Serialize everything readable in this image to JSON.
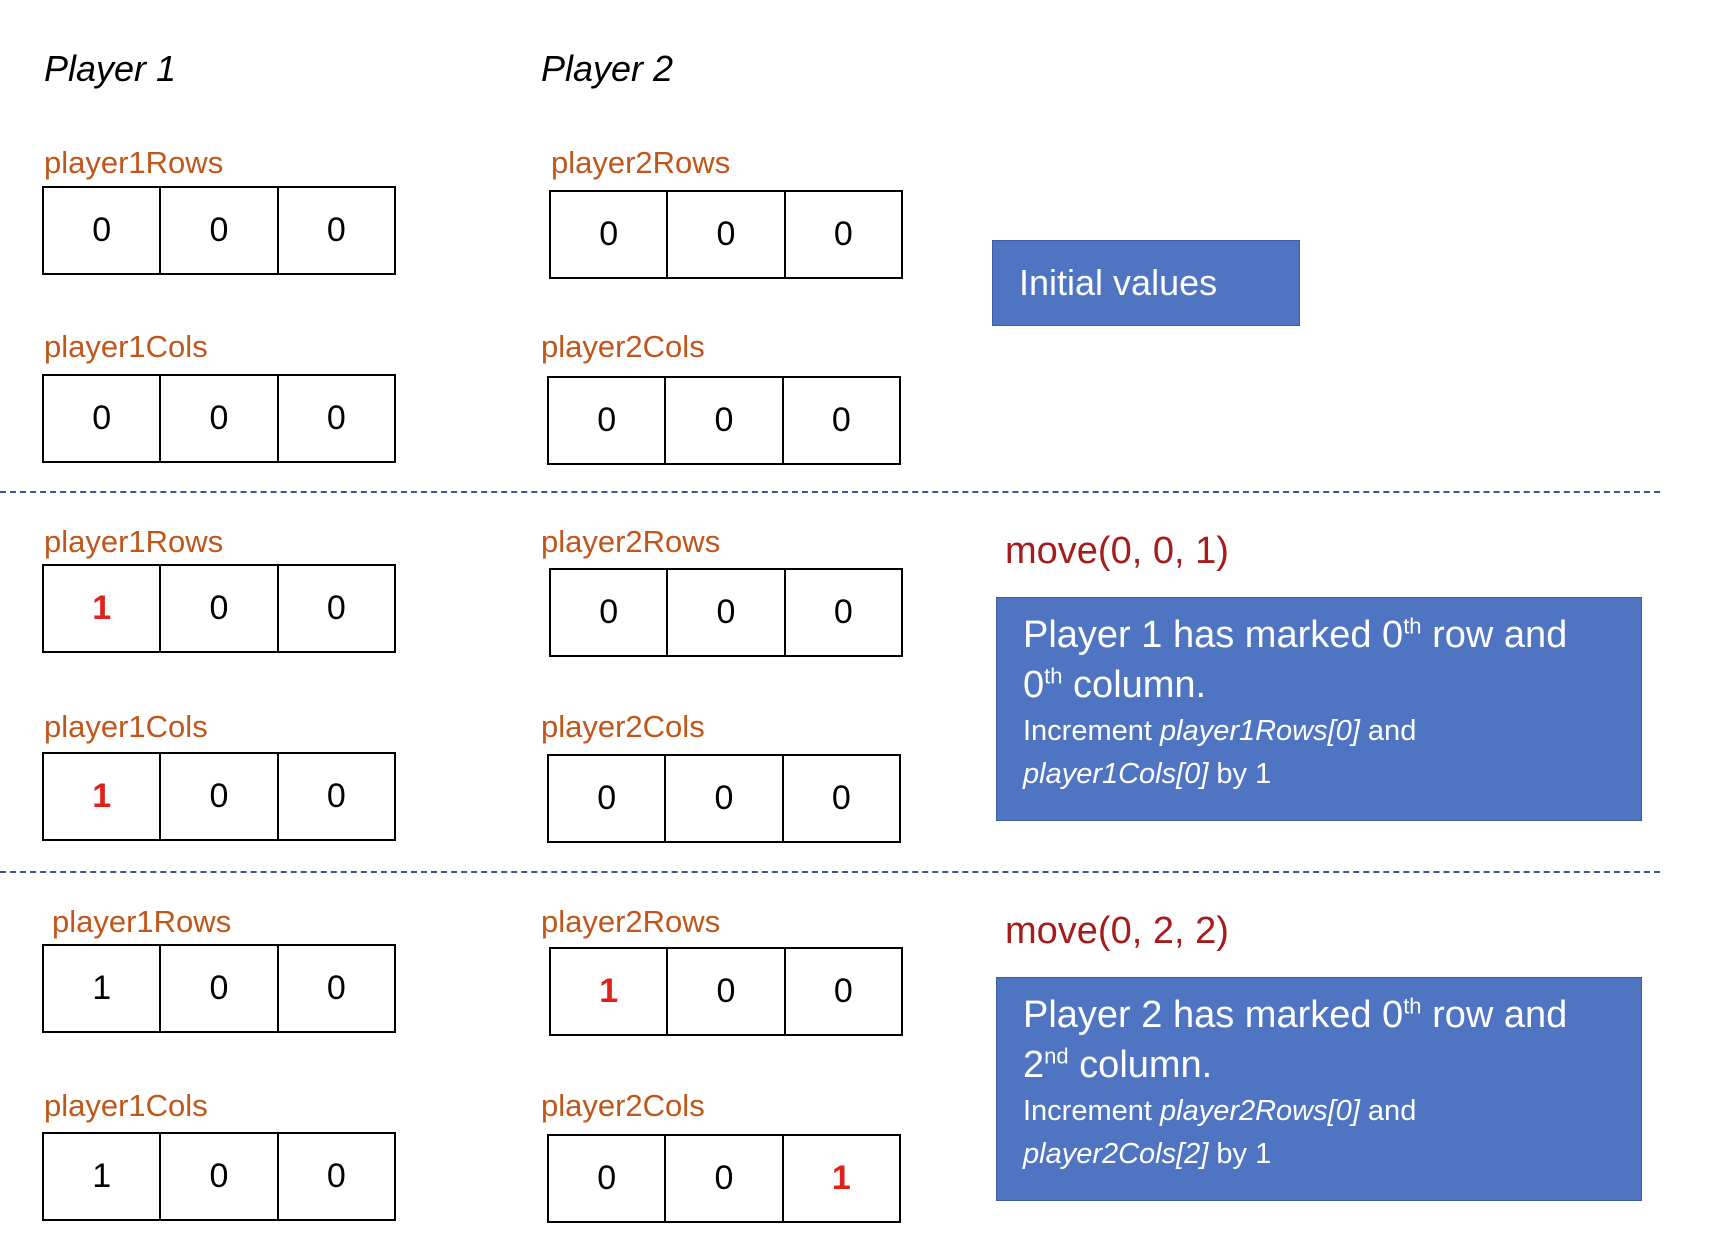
{
  "headers": {
    "player1": "Player 1",
    "player2": "Player 2"
  },
  "sections": [
    {
      "p1_rows_label": "player1Rows",
      "p1_rows": [
        "0",
        "0",
        "0"
      ],
      "p1_cols_label": "player1Cols",
      "p1_cols": [
        "0",
        "0",
        "0"
      ],
      "p2_rows_label": "player2Rows",
      "p2_rows": [
        "0",
        "0",
        "0"
      ],
      "p2_cols_label": "player2Cols",
      "p2_cols": [
        "0",
        "0",
        "0"
      ],
      "note": "Initial values"
    },
    {
      "move": "move(0, 0, 1)",
      "p1_rows_label": "player1Rows",
      "p1_rows": [
        "1",
        "0",
        "0"
      ],
      "p1_cols_label": "player1Cols",
      "p1_cols": [
        "1",
        "0",
        "0"
      ],
      "p2_rows_label": "player2Rows",
      "p2_rows": [
        "0",
        "0",
        "0"
      ],
      "p2_cols_label": "player2Cols",
      "p2_cols": [
        "0",
        "0",
        "0"
      ],
      "explanation": {
        "l1a": "Player 1 has marked 0",
        "l1sup": "th",
        "l1b": " row and",
        "l2a": "0",
        "l2sup": "th",
        "l2b": " column.",
        "s1a": "Increment ",
        "s1i": "player1Rows[0]",
        "s1b": " and",
        "s2i": "player1Cols[0]",
        "s2b": " by 1"
      }
    },
    {
      "move": "move(0, 2, 2)",
      "p1_rows_label": "player1Rows",
      "p1_rows": [
        "1",
        "0",
        "0"
      ],
      "p1_cols_label": "player1Cols",
      "p1_cols": [
        "1",
        "0",
        "0"
      ],
      "p2_rows_label": "player2Rows",
      "p2_rows": [
        "1",
        "0",
        "0"
      ],
      "p2_cols_label": "player2Cols",
      "p2_cols": [
        "0",
        "0",
        "1"
      ],
      "explanation": {
        "l1a": "Player 2 has marked 0",
        "l1sup": "th",
        "l1b": " row and",
        "l2a": "2",
        "l2sup": "nd",
        "l2b": " column.",
        "s1a": "Increment ",
        "s1i": "player2Rows[0]",
        "s1b": " and",
        "s2i": "player2Cols[2]",
        "s2b": " by 1"
      }
    }
  ],
  "colors": {
    "label": "#c0561a",
    "highlight": "#e0201b",
    "move": "#a51c1c",
    "box": "#4f74c2",
    "divider": "#3a55a0"
  }
}
